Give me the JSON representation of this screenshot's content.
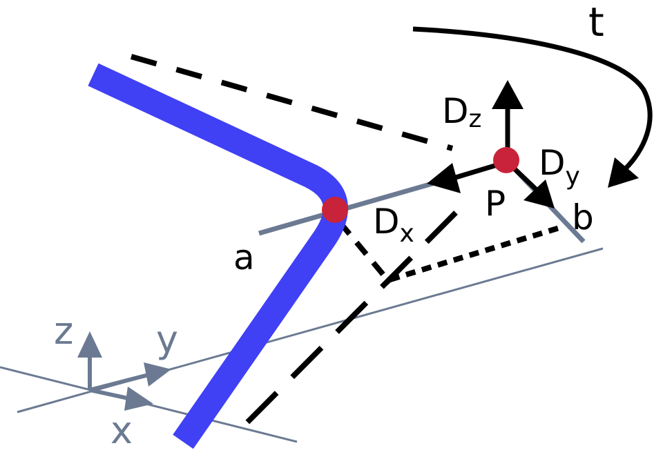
{
  "labels": {
    "t": "t",
    "dz_main": "D",
    "dz_sub": "z",
    "dy_main": "D",
    "dy_sub": "y",
    "dx_main": "D",
    "dx_sub": "x",
    "p": "P",
    "a": "a",
    "b": "b",
    "axis_x": "x",
    "axis_y": "y",
    "axis_z": "z"
  },
  "colors": {
    "beam": "#4040f5",
    "point": "#c8233a",
    "gray": "#6b7a92",
    "ink": "#000000"
  }
}
